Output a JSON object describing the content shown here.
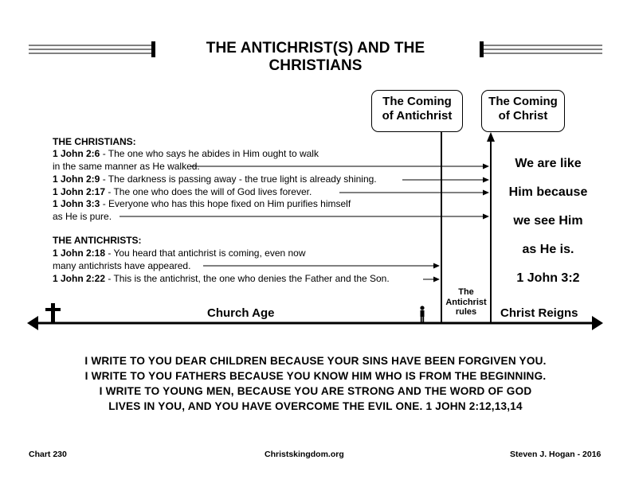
{
  "title": "THE ANTICHRIST(S) AND THE CHRISTIANS",
  "boxes": {
    "antichrist": [
      "The Coming",
      "of Antichrist"
    ],
    "christ": [
      "The Coming",
      "of Christ"
    ]
  },
  "christians": {
    "heading": "THE CHRISTIANS:",
    "verses": [
      {
        "ref": "1 John 2:6",
        "lines": [
          " - The one who says he abides in Him ought to walk",
          "in the same manner as He walked."
        ]
      },
      {
        "ref": "1 John 2:9",
        "lines": [
          " - The darkness is passing away - the true light is already shining."
        ]
      },
      {
        "ref": "1 John 2:17",
        "lines": [
          " - The one who does the will of God lives forever."
        ]
      },
      {
        "ref": "1 John 3:3",
        "lines": [
          " - Everyone who has this hope fixed on Him purifies himself",
          "as He is pure."
        ]
      }
    ]
  },
  "antichrists": {
    "heading": "THE ANTICHRISTS:",
    "verses": [
      {
        "ref": "1 John 2:18",
        "lines": [
          " - You heard that antichrist is coming, even now",
          "many antichrists have appeared."
        ]
      },
      {
        "ref": "1 John 2:22",
        "lines": [
          " - This is the antichrist, the one who denies the Father and the Son."
        ]
      }
    ]
  },
  "quote": [
    "We are like",
    "Him because",
    "we see Him",
    "as He is.",
    "1 John 3:2"
  ],
  "timeline": {
    "church_age": "Church Age",
    "antichrist_rules": [
      "The",
      "Antichrist",
      "rules"
    ],
    "christ_reigns": "Christ Reigns"
  },
  "bottom_text": [
    "I WRITE TO YOU DEAR CHILDREN BECAUSE YOUR SINS HAVE BEEN FORGIVEN YOU.",
    "I WRITE TO YOU FATHERS BECAUSE YOU KNOW HIM WHO IS FROM THE BEGINNING.",
    "I WRITE TO YOUNG MEN, BECAUSE YOU ARE STRONG AND THE WORD OF GOD",
    "LIVES IN YOU, AND YOU HAVE OVERCOME THE EVIL ONE. 1 JOHN 2:12,13,14"
  ],
  "footer": {
    "chart": "Chart 230",
    "site": "Christskingdom.org",
    "author": "Steven J. Hogan - 2016"
  }
}
